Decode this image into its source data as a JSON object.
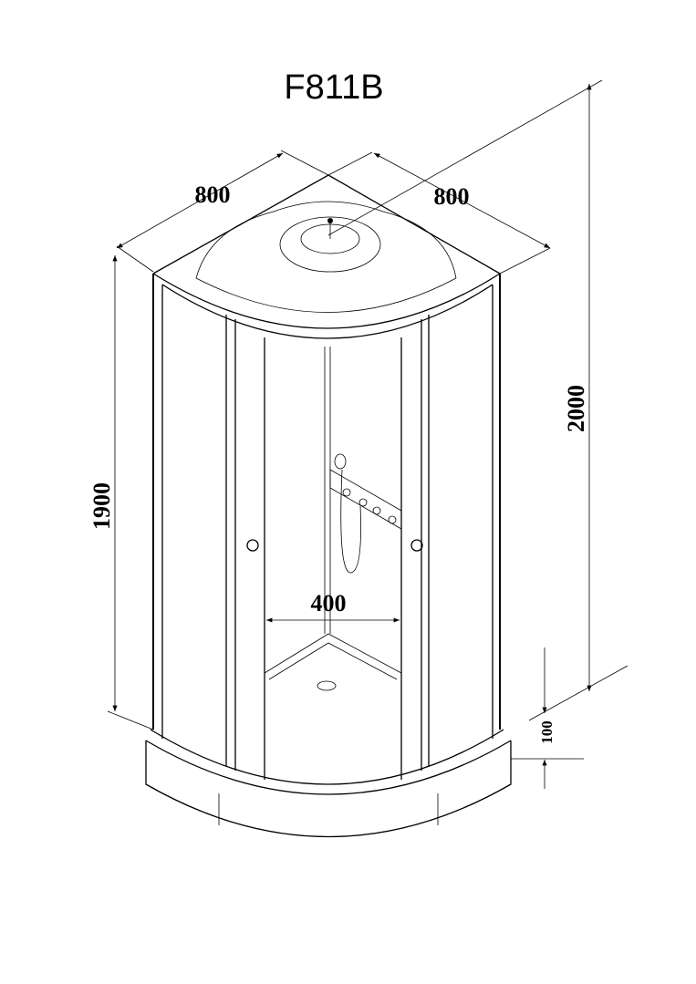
{
  "title": "F811B",
  "dimensions": {
    "width_left": "800",
    "width_right": "800",
    "total_height": "2000",
    "door_height": "1900",
    "door_opening": "400",
    "tray_height": "100"
  }
}
